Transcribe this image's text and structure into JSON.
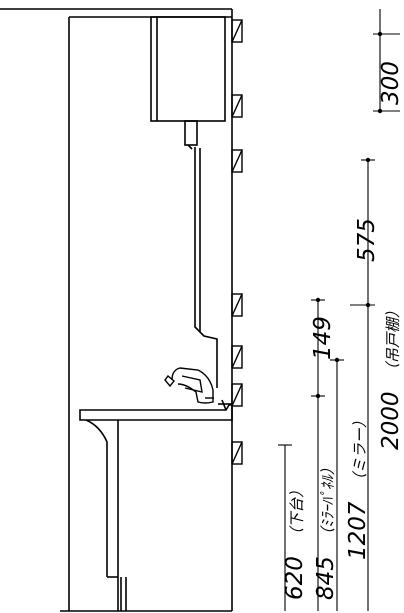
{
  "drawing": {
    "dimensions": [
      {
        "id": "hanging-cabinet-height",
        "value": "300",
        "note": ""
      },
      {
        "id": "mirror-height",
        "value": "575",
        "note": ""
      },
      {
        "id": "counter-to-mirror",
        "value": "149",
        "note": ""
      },
      {
        "id": "total-height",
        "value": "2000",
        "note": "（吊戸棚）"
      },
      {
        "id": "mirror-bottom",
        "value": "1207",
        "note": "（ミラー）"
      },
      {
        "id": "mirror-panel-bottom",
        "value": "845",
        "note": "（ﾐﾗｰﾊﾟﾈﾙ）"
      },
      {
        "id": "base-cabinet-height",
        "value": "620",
        "note": "（下台）"
      }
    ]
  }
}
